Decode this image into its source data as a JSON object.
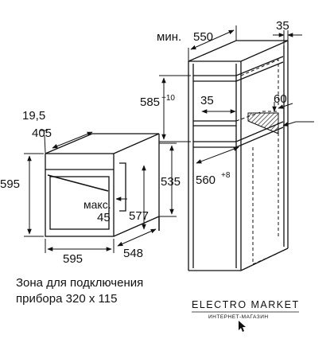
{
  "labels": {
    "top_prefix": "мин.",
    "top_width": "550",
    "top_depth": "35",
    "niche_height": "585",
    "niche_height_tol": "+10",
    "inner_35": "35",
    "inner_60": "60",
    "niche_depth": "560",
    "niche_depth_tol": "+8",
    "oven_19_5": "19,5",
    "oven_405": "405",
    "oven_595_h": "595",
    "oven_535": "535",
    "max_label": "макс.",
    "max_value": "45",
    "oven_577": "577",
    "oven_595_w": "595",
    "oven_548": "548"
  },
  "note": {
    "line1": "Зона для подключения",
    "line2": "прибора 320 x 115"
  },
  "logo": {
    "name": "ELECTRO MARKET",
    "subtitle": "ИНТЕРНЕТ-МАГАЗИН"
  }
}
